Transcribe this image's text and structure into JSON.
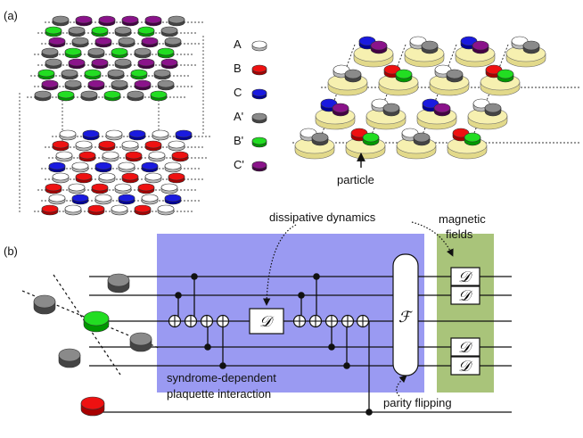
{
  "panels": {
    "a_label": "(a)",
    "b_label": "(b)"
  },
  "legend": [
    {
      "label": "A",
      "color": "#ffffff"
    },
    {
      "label": "B",
      "color": "#ee1111"
    },
    {
      "label": "C",
      "color": "#1a1adf"
    },
    {
      "label": "A'",
      "color": "#8a8a8a"
    },
    {
      "label": "B'",
      "color": "#22dd22"
    },
    {
      "label": "C'",
      "color": "#8a138a"
    }
  ],
  "colors": {
    "A": "#ffffff",
    "B": "#ee1111",
    "C": "#1a1adf",
    "Ap": "#8a8a8a",
    "Bp": "#22dd22",
    "Cp": "#8a138a",
    "blue_box": "#9a9af2",
    "green_box": "#a9c47a",
    "plaquette": "#f6f0b0"
  },
  "labels": {
    "particle": "particle",
    "dissipative": "dissipative dynamics",
    "magnetic_line1": "magnetic",
    "magnetic_line2": "fields",
    "syndrome_line1": "syndrome-dependent",
    "syndrome_line2": "plaquette interaction",
    "parity": "parity flipping",
    "D": "𝒟",
    "F": "ℱ"
  }
}
